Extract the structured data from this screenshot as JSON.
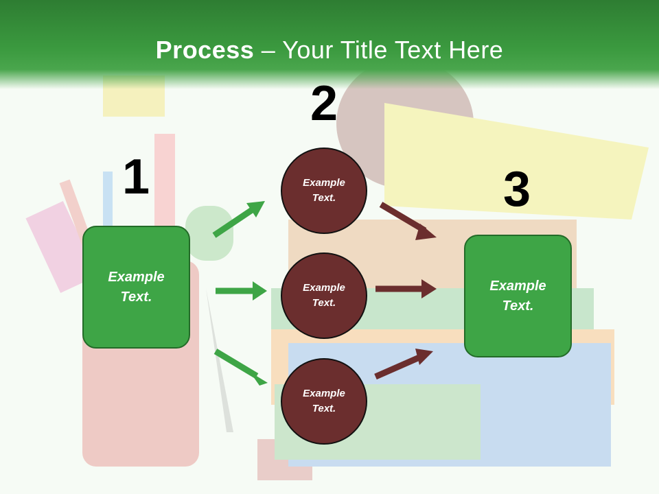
{
  "title": {
    "bold": "Process",
    "rest": " – Your Title Text Here"
  },
  "steps": [
    {
      "number": "1"
    },
    {
      "number": "2"
    },
    {
      "number": "3"
    }
  ],
  "left_box": {
    "text_line1": "Example",
    "text_line2": "Text."
  },
  "circles": [
    {
      "text_line1": "Example",
      "text_line2": "Text."
    },
    {
      "text_line1": "Example",
      "text_line2": "Text."
    },
    {
      "text_line1": "Example",
      "text_line2": "Text."
    }
  ],
  "right_box": {
    "text_line1": "Example",
    "text_line2": "Text."
  },
  "colors": {
    "header_green": "#2e7d32",
    "box_green": "#3ea546",
    "circle_maroon": "#6b2e2e",
    "arrow_green": "#3ea546",
    "arrow_maroon": "#6b2e2e"
  }
}
